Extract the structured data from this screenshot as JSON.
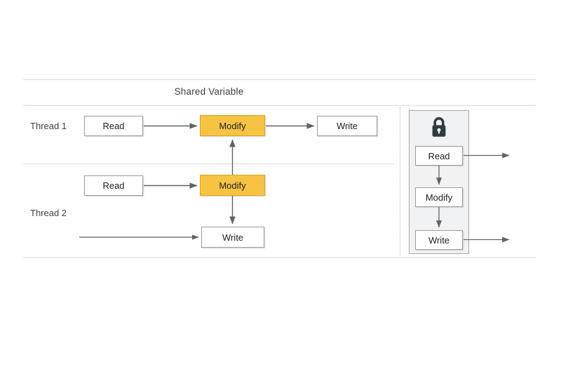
{
  "diagram": {
    "title": "Shared Variable",
    "colors": {
      "highlight": "#f7c342",
      "box_border": "#9a9a9a",
      "arrow": "#5f6368",
      "rule": "#d9d9d9",
      "panel_bg": "#f1f2f3",
      "lock": "#2e3b45",
      "background": "#ffffff"
    },
    "threads": [
      {
        "label": "Thread 1",
        "steps": [
          {
            "label": "Read",
            "highlighted": false
          },
          {
            "label": "Modify",
            "highlighted": true
          },
          {
            "label": "Write",
            "highlighted": false
          }
        ]
      },
      {
        "label": "Thread 2",
        "steps": [
          {
            "label": "Read",
            "highlighted": false
          },
          {
            "label": "Modify",
            "highlighted": true
          },
          {
            "label": "Write",
            "highlighted": false
          }
        ]
      }
    ],
    "lock_panel": {
      "icon": "lock-icon",
      "steps": [
        {
          "label": "Read"
        },
        {
          "label": "Modify"
        },
        {
          "label": "Write"
        }
      ]
    }
  }
}
